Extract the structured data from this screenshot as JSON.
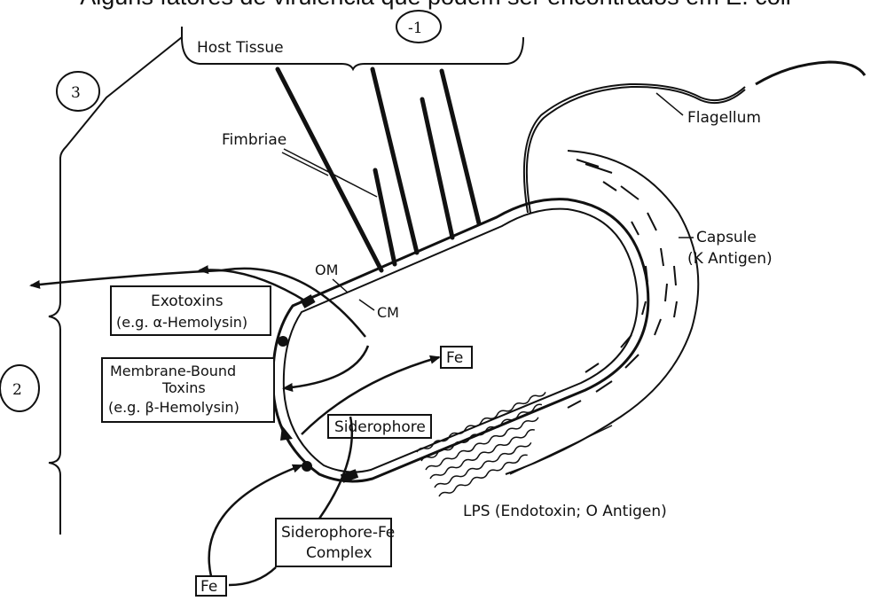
{
  "title": "Alguns fatores de virulência que podem ser encontrados em E. coli",
  "annotations": {
    "circle_top": "-1",
    "circle_left_top": "3",
    "circle_left_mid": "2"
  },
  "labels": {
    "host_tissue": "Host Tissue",
    "fimbriae": "Fimbriae",
    "flagellum": "Flagellum",
    "capsule_line1": "Capsule",
    "capsule_line2": "(K Antigen)",
    "om": "OM",
    "cm": "CM",
    "exotoxins_line1": "Exotoxins",
    "exotoxins_line2": "(e.g. α-Hemolysin)",
    "membrane_line1": "Membrane-Bound",
    "membrane_line2": "Toxins",
    "membrane_line3": "(e.g. β-Hemolysin)",
    "fe_top": "Fe",
    "siderophore": "Siderophore",
    "siderophore_fe_line1": "Siderophore-Fe",
    "siderophore_fe_line2": "Complex",
    "fe_bottom": "Fe",
    "lps": "LPS (Endotoxin; O Antigen)"
  }
}
